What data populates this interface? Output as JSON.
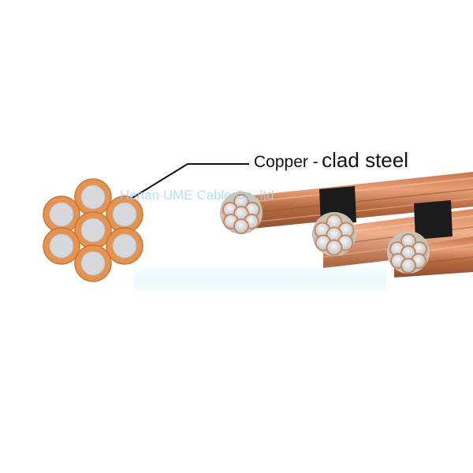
{
  "image": {
    "label_word1": "Copper -",
    "label_word2": "clad steel",
    "watermark": "Henan UME Cable Co.,ltd"
  },
  "colors": {
    "copper": "#e0874a",
    "copper_dark": "#b5602e",
    "steel": "#d9d9de",
    "steel_dark": "#a7a7ad",
    "tape": "#1c1c1c"
  },
  "icons": {
    "cross_section": "strand-cross-section-icon",
    "cable": "copper-clad-steel-cable-photo"
  }
}
